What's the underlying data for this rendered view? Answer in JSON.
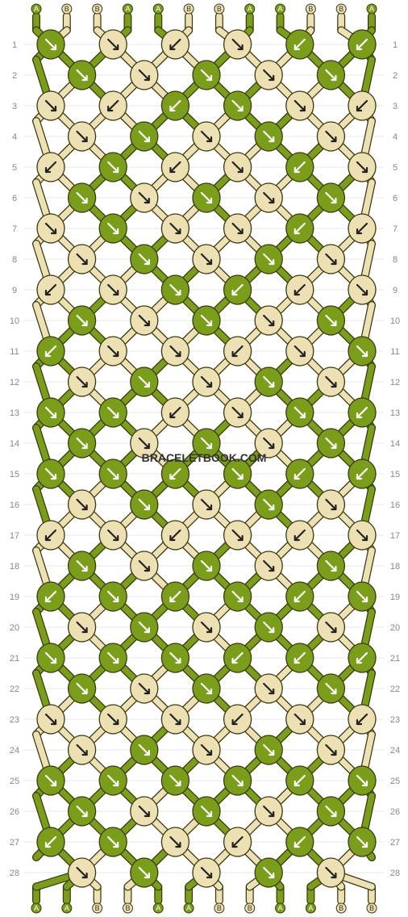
{
  "colors": {
    "A": "#7a9d1a",
    "B": "#ede1b4",
    "outline": "#3a3a10",
    "grid": "#d0d0d0",
    "label": "#888888",
    "arrow_on_A": "#ffffff",
    "arrow_on_B": "#222222"
  },
  "strands_top": [
    "A",
    "B",
    "B",
    "A",
    "A",
    "B",
    "B",
    "A",
    "A",
    "B",
    "B",
    "A"
  ],
  "strands_bottom": [
    "A",
    "A",
    "B",
    "B",
    "A",
    "A",
    "B",
    "B",
    "A",
    "A",
    "B",
    "B"
  ],
  "watermark": "BRACELETBOOK.COM",
  "rows": [
    {
      "number": "1",
      "knots": [
        {
          "c": "A",
          "d": "r"
        },
        {
          "c": "B",
          "d": "r"
        },
        {
          "c": "B",
          "d": "l"
        },
        {
          "c": "B",
          "d": "r"
        },
        {
          "c": "A",
          "d": "l"
        },
        {
          "c": "A",
          "d": "l"
        }
      ]
    },
    {
      "number": "2",
      "knots": [
        {
          "c": "A",
          "d": "r"
        },
        {
          "c": "B",
          "d": "r"
        },
        {
          "c": "A",
          "d": "r"
        },
        {
          "c": "B",
          "d": "r"
        },
        {
          "c": "A",
          "d": "r"
        }
      ]
    },
    {
      "number": "3",
      "knots": [
        {
          "c": "B",
          "d": "r"
        },
        {
          "c": "B",
          "d": "l"
        },
        {
          "c": "A",
          "d": "l"
        },
        {
          "c": "A",
          "d": "r"
        },
        {
          "c": "B",
          "d": "r"
        },
        {
          "c": "B",
          "d": "l"
        }
      ]
    },
    {
      "number": "4",
      "knots": [
        {
          "c": "B",
          "d": "r"
        },
        {
          "c": "A",
          "d": "r"
        },
        {
          "c": "B",
          "d": "r"
        },
        {
          "c": "A",
          "d": "r"
        },
        {
          "c": "B",
          "d": "r"
        }
      ]
    },
    {
      "number": "5",
      "knots": [
        {
          "c": "B",
          "d": "l"
        },
        {
          "c": "A",
          "d": "r"
        },
        {
          "c": "B",
          "d": "l"
        },
        {
          "c": "B",
          "d": "r"
        },
        {
          "c": "A",
          "d": "l"
        },
        {
          "c": "B",
          "d": "r"
        }
      ]
    },
    {
      "number": "6",
      "knots": [
        {
          "c": "A",
          "d": "r"
        },
        {
          "c": "B",
          "d": "r"
        },
        {
          "c": "A",
          "d": "r"
        },
        {
          "c": "B",
          "d": "r"
        },
        {
          "c": "A",
          "d": "r"
        }
      ]
    },
    {
      "number": "7",
      "knots": [
        {
          "c": "B",
          "d": "r"
        },
        {
          "c": "A",
          "d": "r"
        },
        {
          "c": "B",
          "d": "r"
        },
        {
          "c": "B",
          "d": "r"
        },
        {
          "c": "A",
          "d": "l"
        },
        {
          "c": "B",
          "d": "l"
        }
      ]
    },
    {
      "number": "8",
      "knots": [
        {
          "c": "B",
          "d": "r"
        },
        {
          "c": "A",
          "d": "r"
        },
        {
          "c": "B",
          "d": "r"
        },
        {
          "c": "A",
          "d": "r"
        },
        {
          "c": "B",
          "d": "r"
        }
      ]
    },
    {
      "number": "9",
      "knots": [
        {
          "c": "B",
          "d": "l"
        },
        {
          "c": "B",
          "d": "r"
        },
        {
          "c": "A",
          "d": "r"
        },
        {
          "c": "A",
          "d": "l"
        },
        {
          "c": "B",
          "d": "l"
        },
        {
          "c": "B",
          "d": "r"
        }
      ]
    },
    {
      "number": "10",
      "knots": [
        {
          "c": "A",
          "d": "r"
        },
        {
          "c": "B",
          "d": "r"
        },
        {
          "c": "A",
          "d": "r"
        },
        {
          "c": "B",
          "d": "r"
        },
        {
          "c": "A",
          "d": "r"
        }
      ]
    },
    {
      "number": "11",
      "knots": [
        {
          "c": "A",
          "d": "l"
        },
        {
          "c": "B",
          "d": "r"
        },
        {
          "c": "B",
          "d": "r"
        },
        {
          "c": "B",
          "d": "l"
        },
        {
          "c": "B",
          "d": "r"
        },
        {
          "c": "A",
          "d": "r"
        }
      ]
    },
    {
      "number": "12",
      "knots": [
        {
          "c": "B",
          "d": "r"
        },
        {
          "c": "A",
          "d": "r"
        },
        {
          "c": "B",
          "d": "r"
        },
        {
          "c": "A",
          "d": "r"
        },
        {
          "c": "B",
          "d": "r"
        }
      ]
    },
    {
      "number": "13",
      "knots": [
        {
          "c": "A",
          "d": "r"
        },
        {
          "c": "A",
          "d": "r"
        },
        {
          "c": "B",
          "d": "l"
        },
        {
          "c": "B",
          "d": "r"
        },
        {
          "c": "A",
          "d": "r"
        },
        {
          "c": "A",
          "d": "l"
        }
      ]
    },
    {
      "number": "14",
      "knots": [
        {
          "c": "A",
          "d": "r"
        },
        {
          "c": "B",
          "d": "r"
        },
        {
          "c": "A",
          "d": "r"
        },
        {
          "c": "B",
          "d": "r"
        },
        {
          "c": "A",
          "d": "r"
        }
      ]
    },
    {
      "number": "15",
      "knots": [
        {
          "c": "A",
          "d": "r"
        },
        {
          "c": "A",
          "d": "r"
        },
        {
          "c": "A",
          "d": "l"
        },
        {
          "c": "A",
          "d": "r"
        },
        {
          "c": "A",
          "d": "l"
        },
        {
          "c": "A",
          "d": "l"
        }
      ]
    },
    {
      "number": "16",
      "knots": [
        {
          "c": "B",
          "d": "r"
        },
        {
          "c": "A",
          "d": "r"
        },
        {
          "c": "B",
          "d": "r"
        },
        {
          "c": "A",
          "d": "r"
        },
        {
          "c": "B",
          "d": "r"
        }
      ]
    },
    {
      "number": "17",
      "knots": [
        {
          "c": "B",
          "d": "l"
        },
        {
          "c": "B",
          "d": "r"
        },
        {
          "c": "B",
          "d": "l"
        },
        {
          "c": "B",
          "d": "r"
        },
        {
          "c": "B",
          "d": "l"
        },
        {
          "c": "B",
          "d": "r"
        }
      ]
    },
    {
      "number": "18",
      "knots": [
        {
          "c": "A",
          "d": "r"
        },
        {
          "c": "B",
          "d": "r"
        },
        {
          "c": "A",
          "d": "r"
        },
        {
          "c": "B",
          "d": "r"
        },
        {
          "c": "A",
          "d": "r"
        }
      ]
    },
    {
      "number": "19",
      "knots": [
        {
          "c": "A",
          "d": "l"
        },
        {
          "c": "A",
          "d": "r"
        },
        {
          "c": "A",
          "d": "l"
        },
        {
          "c": "A",
          "d": "r"
        },
        {
          "c": "A",
          "d": "l"
        },
        {
          "c": "A",
          "d": "r"
        }
      ]
    },
    {
      "number": "20",
      "knots": [
        {
          "c": "B",
          "d": "r"
        },
        {
          "c": "A",
          "d": "r"
        },
        {
          "c": "B",
          "d": "r"
        },
        {
          "c": "A",
          "d": "r"
        },
        {
          "c": "B",
          "d": "r"
        }
      ]
    },
    {
      "number": "21",
      "knots": [
        {
          "c": "A",
          "d": "r"
        },
        {
          "c": "A",
          "d": "r"
        },
        {
          "c": "A",
          "d": "r"
        },
        {
          "c": "A",
          "d": "l"
        },
        {
          "c": "A",
          "d": "l"
        },
        {
          "c": "A",
          "d": "l"
        }
      ]
    },
    {
      "number": "22",
      "knots": [
        {
          "c": "A",
          "d": "r"
        },
        {
          "c": "B",
          "d": "r"
        },
        {
          "c": "A",
          "d": "r"
        },
        {
          "c": "B",
          "d": "r"
        },
        {
          "c": "A",
          "d": "r"
        }
      ]
    },
    {
      "number": "23",
      "knots": [
        {
          "c": "B",
          "d": "r"
        },
        {
          "c": "B",
          "d": "r"
        },
        {
          "c": "B",
          "d": "r"
        },
        {
          "c": "B",
          "d": "l"
        },
        {
          "c": "B",
          "d": "r"
        },
        {
          "c": "B",
          "d": "l"
        }
      ]
    },
    {
      "number": "24",
      "knots": [
        {
          "c": "B",
          "d": "r"
        },
        {
          "c": "A",
          "d": "r"
        },
        {
          "c": "B",
          "d": "r"
        },
        {
          "c": "A",
          "d": "r"
        },
        {
          "c": "B",
          "d": "r"
        }
      ]
    },
    {
      "number": "25",
      "knots": [
        {
          "c": "A",
          "d": "r"
        },
        {
          "c": "A",
          "d": "r"
        },
        {
          "c": "A",
          "d": "r"
        },
        {
          "c": "A",
          "d": "r"
        },
        {
          "c": "A",
          "d": "l"
        },
        {
          "c": "A",
          "d": "r"
        }
      ]
    },
    {
      "number": "26",
      "knots": [
        {
          "c": "A",
          "d": "r"
        },
        {
          "c": "B",
          "d": "r"
        },
        {
          "c": "A",
          "d": "r"
        },
        {
          "c": "B",
          "d": "r"
        },
        {
          "c": "A",
          "d": "r"
        }
      ]
    },
    {
      "number": "27",
      "knots": [
        {
          "c": "A",
          "d": "l"
        },
        {
          "c": "A",
          "d": "r"
        },
        {
          "c": "B",
          "d": "r"
        },
        {
          "c": "B",
          "d": "l"
        },
        {
          "c": "A",
          "d": "l"
        },
        {
          "c": "A",
          "d": "r"
        }
      ]
    },
    {
      "number": "28",
      "knots": [
        {
          "c": "B",
          "d": "r"
        },
        {
          "c": "A",
          "d": "r"
        },
        {
          "c": "B",
          "d": "r"
        },
        {
          "c": "A",
          "d": "r"
        },
        {
          "c": "B",
          "d": "r"
        }
      ]
    }
  ]
}
